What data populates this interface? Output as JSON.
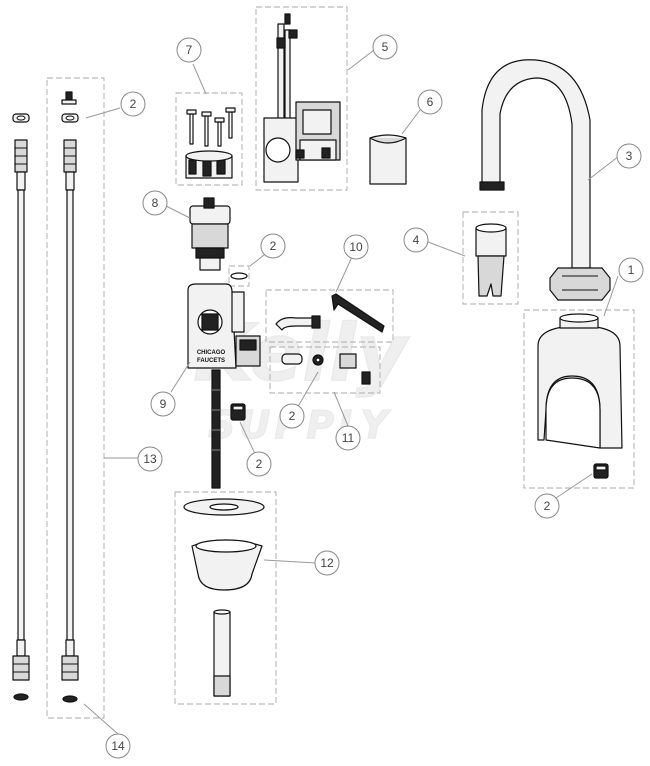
{
  "callouts": [
    {
      "id": "c1",
      "number": "1"
    },
    {
      "id": "c2a",
      "number": "2"
    },
    {
      "id": "c2b",
      "number": "2"
    },
    {
      "id": "c2c",
      "number": "2"
    },
    {
      "id": "c2d",
      "number": "2"
    },
    {
      "id": "c2e",
      "number": "2"
    },
    {
      "id": "c3",
      "number": "3"
    },
    {
      "id": "c4",
      "number": "4"
    },
    {
      "id": "c5",
      "number": "5"
    },
    {
      "id": "c6",
      "number": "6"
    },
    {
      "id": "c7",
      "number": "7"
    },
    {
      "id": "c8",
      "number": "8"
    },
    {
      "id": "c9",
      "number": "9"
    },
    {
      "id": "c10",
      "number": "10"
    },
    {
      "id": "c11",
      "number": "11"
    },
    {
      "id": "c12",
      "number": "12"
    },
    {
      "id": "c13",
      "number": "13"
    },
    {
      "id": "c14",
      "number": "14"
    }
  ],
  "part_labels": {
    "body_brand_line1": "CHICAGO",
    "body_brand_line2": "FAUCETS"
  },
  "watermark": {
    "line1": "Kelly",
    "line2": "SUPPLY"
  }
}
